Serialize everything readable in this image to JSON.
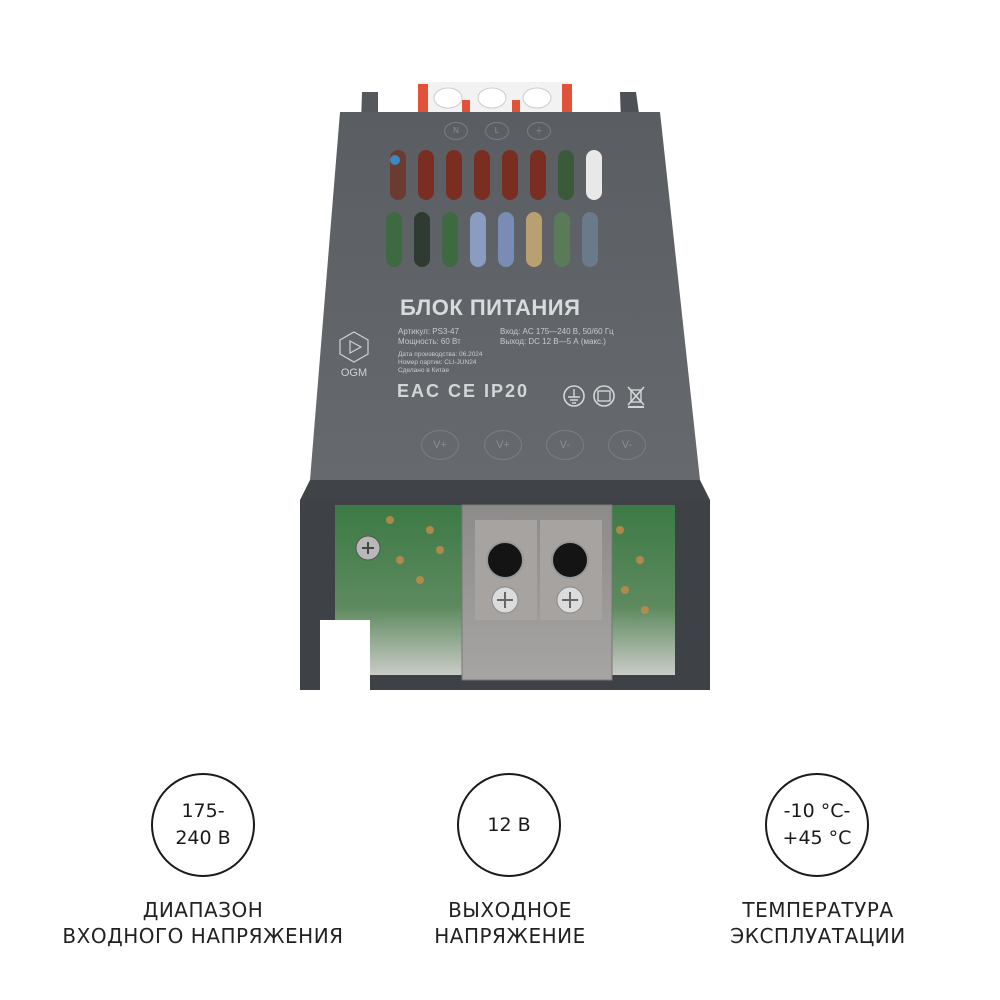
{
  "product": {
    "label_title": "БЛОК ПИТАНИЯ",
    "article": "Артикул: PS3-47",
    "power": "Мощность: 60 Вт",
    "input": "Вход: AC 175—240 В, 50/60 Гц",
    "output": "Выход: DC 12 В—5 А (макс.)",
    "production_date": "Дата производства: 06.2024",
    "batch": "Номер партии: CLI-JUN24",
    "made_in": "Сделано в Китае",
    "brand": "OGM",
    "certifications": "EAC CE IP20",
    "input_terminals": [
      "N",
      "L",
      "⏚"
    ],
    "output_terminals": [
      "V+",
      "V+",
      "V-",
      "V-"
    ],
    "colors": {
      "casing": "#5f6266",
      "pcb": "#3d7a44",
      "terminal_orange": "#e0533a"
    }
  },
  "features": [
    {
      "value_line1": "175-",
      "value_line2": "240 В",
      "caption_line1": "ДИАПАЗОН",
      "caption_line2": "ВХОДНОГО НАПРЯЖЕНИЯ"
    },
    {
      "value_line1": "12 В",
      "value_line2": "",
      "caption_line1": "ВЫХОДНОЕ",
      "caption_line2": "НАПРЯЖЕНИЕ"
    },
    {
      "value_line1": "-10 °C-",
      "value_line2": "+45 °C",
      "caption_line1": "ТЕМПЕРАТУРА",
      "caption_line2": "ЭКСПЛУАТАЦИИ"
    }
  ]
}
